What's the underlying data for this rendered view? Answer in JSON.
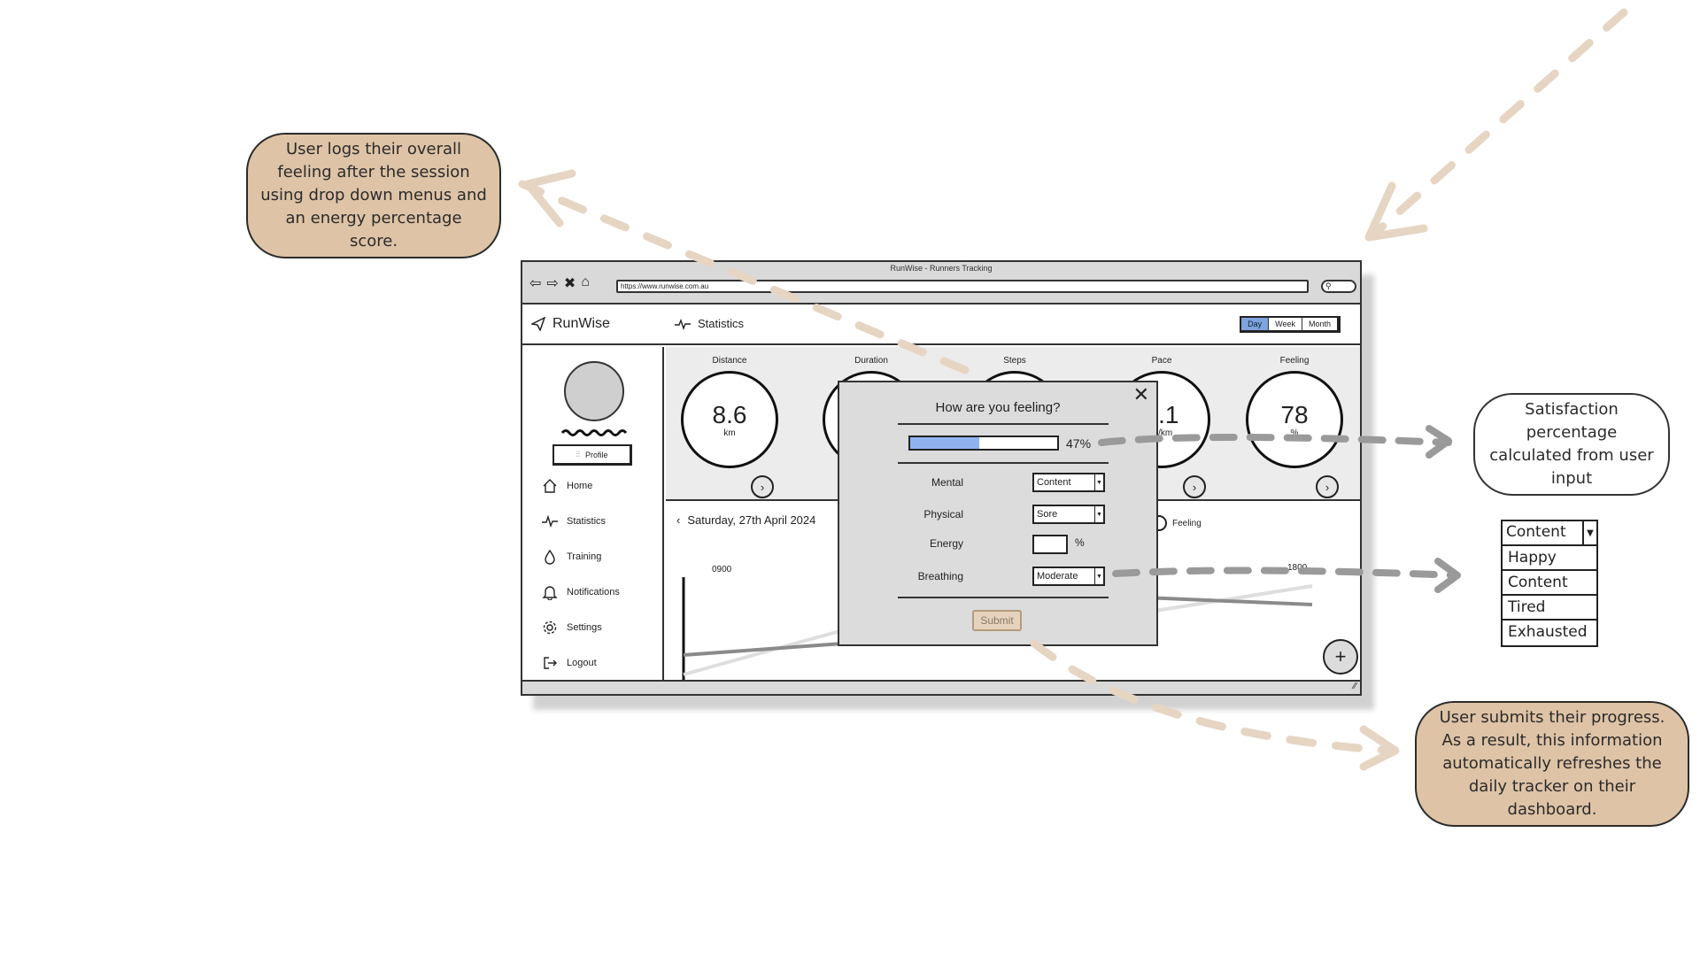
{
  "notes": {
    "feeling_log": "User logs their overall feeling after the session using drop down menus and an energy percentage score.",
    "satisfaction": "Satisfaction percentage calculated from user input",
    "submit_progress": "User submits their progress. As a result, this information automatically refreshes the daily tracker on their dashboard."
  },
  "dropdown_sample": {
    "selected": "Content",
    "options": [
      "Happy",
      "Content",
      "Tired",
      "Exhausted"
    ]
  },
  "browser": {
    "title": "RunWise - Runners Tracking",
    "url": "https://www.runwise.com.au"
  },
  "app": {
    "brand": "RunWise",
    "section": "Statistics",
    "range": {
      "day": "Day",
      "week": "Week",
      "month": "Month",
      "active": "Day"
    }
  },
  "sidebar": {
    "profile_label": "Profile",
    "items": [
      {
        "label": "Home",
        "icon": "home-icon"
      },
      {
        "label": "Statistics",
        "icon": "pulse-icon"
      },
      {
        "label": "Training",
        "icon": "drop-icon"
      },
      {
        "label": "Notifications",
        "icon": "bell-icon"
      },
      {
        "label": "Settings",
        "icon": "gear-icon"
      },
      {
        "label": "Logout",
        "icon": "logout-icon"
      }
    ]
  },
  "stats": {
    "distance": {
      "label": "Distance",
      "value": "8.6",
      "unit": "km"
    },
    "duration": {
      "label": "Duration"
    },
    "steps": {
      "label": "Steps"
    },
    "pace": {
      "label": "Pace",
      "value": "5.1",
      "unit": "m/km",
      "value_visible": ".1",
      "unit_visible": "n/km"
    },
    "feeling": {
      "label": "Feeling",
      "value": "78",
      "unit": "%"
    }
  },
  "chart": {
    "date": "Saturday, 27th April 2024",
    "legend_feeling": "Feeling",
    "tick_start": "0900",
    "tick_end": "1800"
  },
  "modal": {
    "heading": "How are you feeling?",
    "progress": 0.47,
    "progress_label": "47%",
    "fields": {
      "mental": {
        "label": "Mental",
        "value": "Content"
      },
      "physical": {
        "label": "Physical",
        "value": "Sore"
      },
      "energy": {
        "label": "Energy",
        "unit": "%"
      },
      "breathing": {
        "label": "Breathing",
        "value": "Moderate"
      }
    },
    "submit": "Submit"
  },
  "colors": {
    "annotation_tan": "#dec3a6",
    "progress_fill": "#8fb3ee",
    "active_range": "#7ea3dd",
    "arrow_tan": "#e6d5c3",
    "arrow_grey": "#9a9a9a"
  }
}
